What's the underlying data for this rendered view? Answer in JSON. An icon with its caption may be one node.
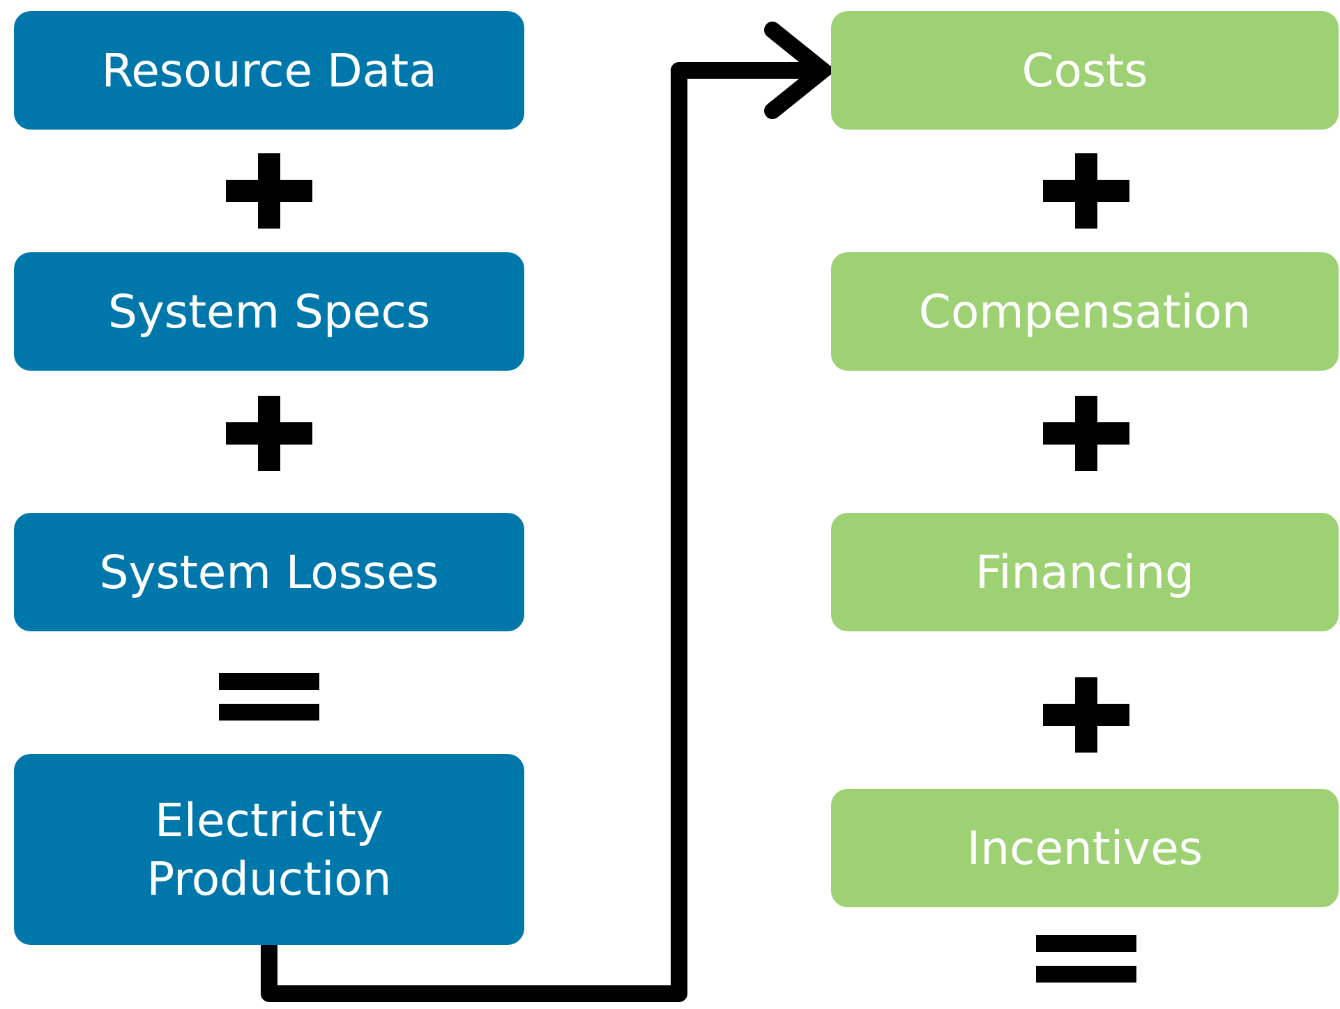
{
  "diagram": {
    "nodes": [
      {
        "text": [
          "Resource Data"
        ]
      },
      {
        "text": [
          "System Specs"
        ]
      },
      {
        "text": [
          "System Losses"
        ]
      },
      {
        "text": [
          "Electricity Production"
        ]
      },
      {
        "text": [
          "Costs"
        ]
      },
      {
        "text": [
          "Compensation"
        ]
      },
      {
        "text": [
          "Financing"
        ]
      },
      {
        "text": [
          "Incentives"
        ]
      }
    ],
    "edges": [
      {
        "from": 3,
        "to": 4,
        "arrow": "to"
      }
    ]
  }
}
